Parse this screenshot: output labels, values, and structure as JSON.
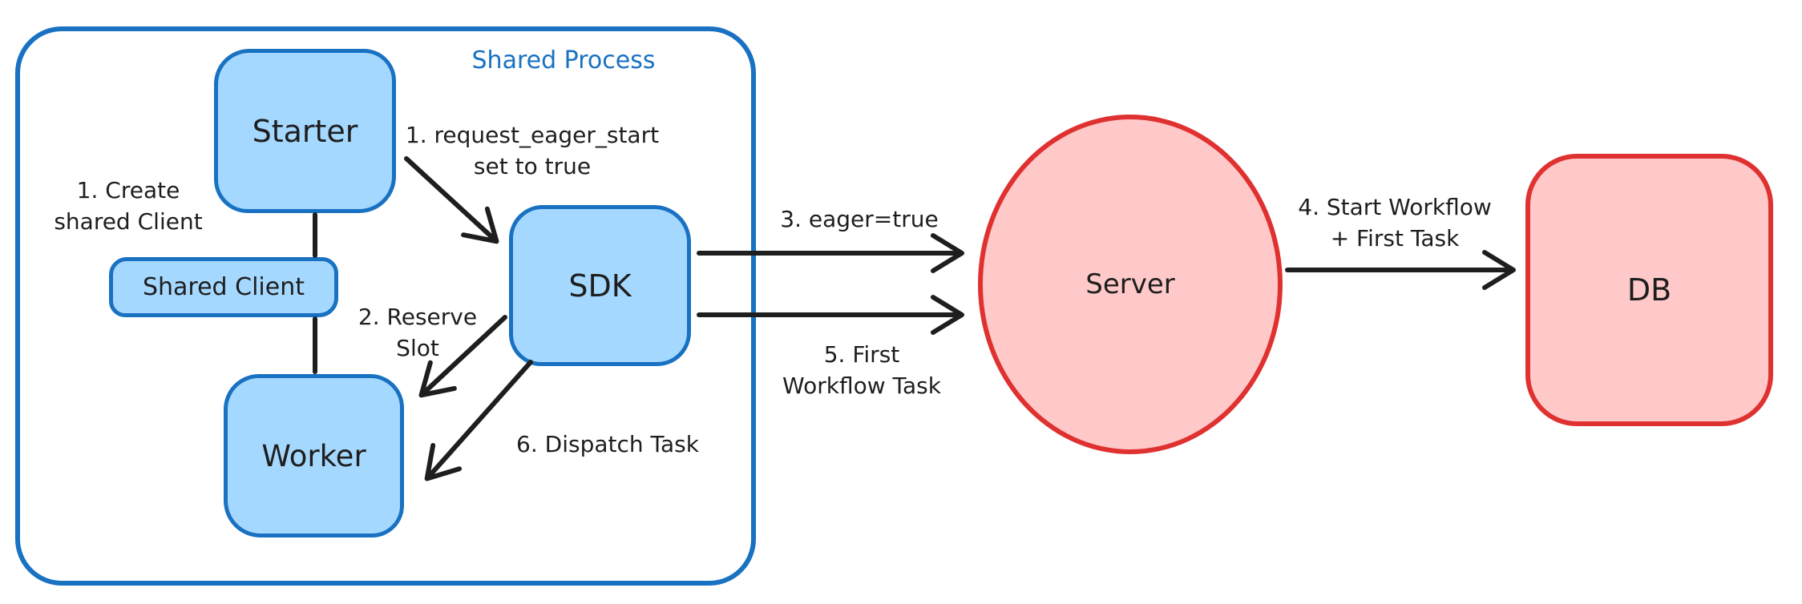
{
  "colors": {
    "blue_stroke": "#1971c2",
    "blue_fill": "#a5d8ff",
    "red_stroke": "#e03131",
    "red_fill": "#ffc9c9",
    "ink": "#1e1e1e",
    "background": "#ffffff"
  },
  "group": {
    "label": "Shared Process"
  },
  "nodes": {
    "starter": "Starter",
    "shared_client": "Shared Client",
    "worker": "Worker",
    "sdk": "SDK",
    "server": "Server",
    "db": "DB"
  },
  "annotations": {
    "create_client": {
      "line1": "1. Create",
      "line2": "shared Client"
    },
    "request_eager": {
      "line1": "1. request_eager_start",
      "line2": "set to true"
    },
    "reserve_slot": {
      "line1": "2. Reserve",
      "line2": "Slot"
    },
    "eager_true": {
      "text": "3. eager=true"
    },
    "start_workflow": {
      "line1": "4. Start Workflow",
      "line2": "+ First Task"
    },
    "first_workflow_task": {
      "line1": "5. First",
      "line2": "Workflow Task"
    },
    "dispatch_task": {
      "text": "6. Dispatch Task"
    }
  }
}
